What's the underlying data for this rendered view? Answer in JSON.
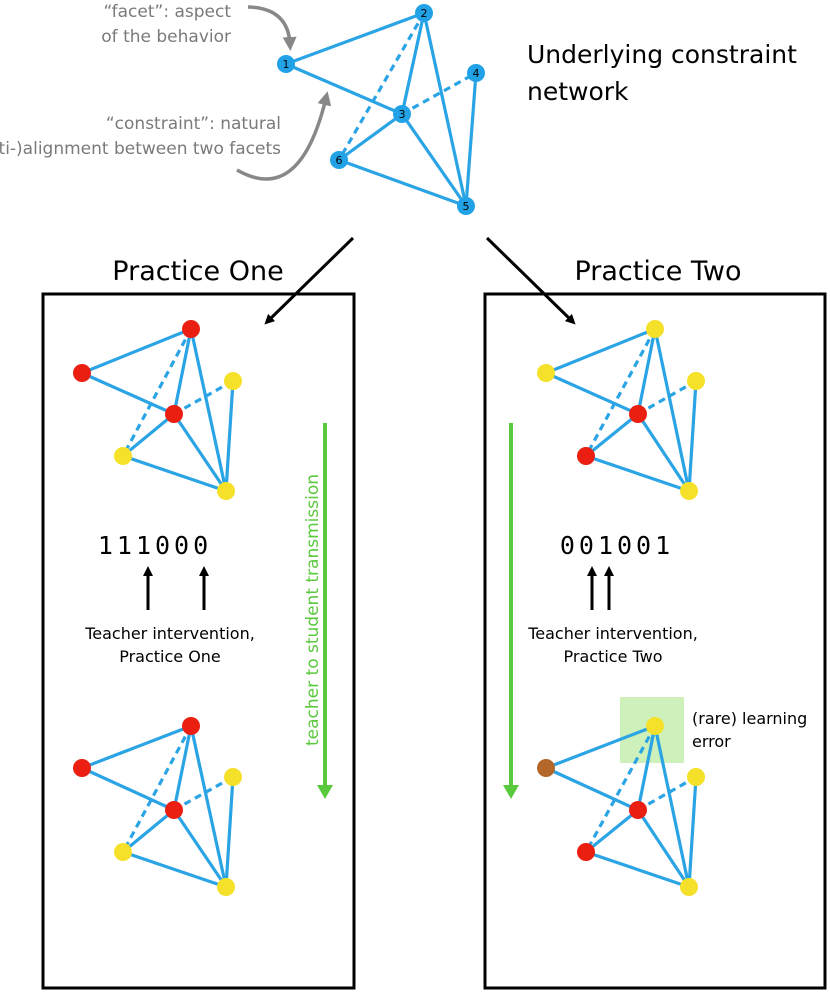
{
  "top": {
    "title_line1": "Underlying constraint",
    "title_line2": "network",
    "facet_line1": "“facet”: aspect",
    "facet_line2": "of the behavior",
    "constraint_line1": "“constraint”: natural",
    "constraint_line2": "(anti-)alignment between two facets",
    "node_labels": [
      "1",
      "2",
      "3",
      "4",
      "5",
      "6"
    ]
  },
  "practice_one": {
    "title": "Practice One",
    "code": "111000",
    "caption_line1": "Teacher intervention,",
    "caption_line2": "Practice One",
    "transmission_label": "teacher to student transmission",
    "teacher_states": [
      "red",
      "red",
      "red",
      "yellow",
      "yellow",
      "yellow"
    ],
    "student_states": [
      "red",
      "red",
      "red",
      "yellow",
      "yellow",
      "yellow"
    ]
  },
  "practice_two": {
    "title": "Practice Two",
    "code": "001001",
    "caption_line1": "Teacher intervention,",
    "caption_line2": "Practice Two",
    "error_line1": "(rare) learning",
    "error_line2": "error",
    "teacher_states": [
      "yellow",
      "yellow",
      "red",
      "yellow",
      "yellow",
      "red"
    ],
    "student_states": [
      "brown",
      "yellow",
      "red",
      "yellow",
      "yellow",
      "red"
    ]
  },
  "colors": {
    "edge": "#2aa4e4",
    "node_blue": "#22a2e6",
    "red": "#ea1f12",
    "yellow": "#f5e12a",
    "brown": "#b4672a",
    "green": "#5ac93d",
    "highlight": "#c6eeb0"
  }
}
